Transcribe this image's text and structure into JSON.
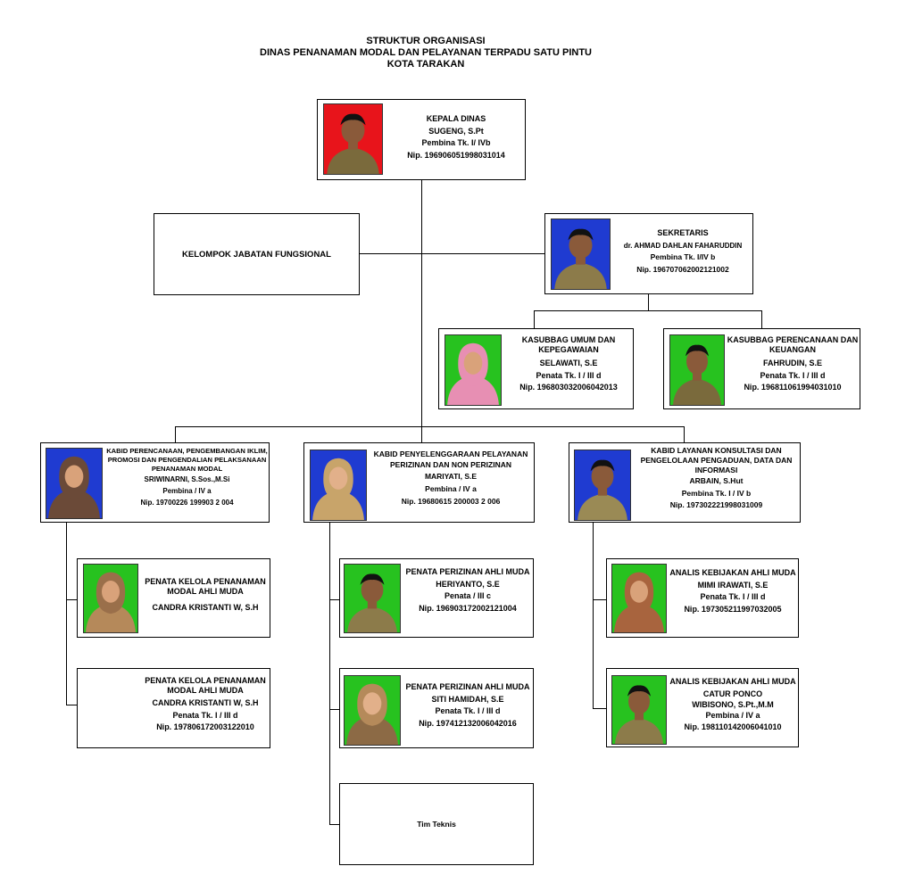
{
  "title": {
    "line1": "STRUKTUR ORGANISASI",
    "line2": "DINAS PENANAMAN MODAL DAN PELAYANAN TERPADU SATU PINTU",
    "line3": "KOTA TARAKAN"
  },
  "colors": {
    "red_bg": "#e8141b",
    "blue_bg": "#1f3bd1",
    "green_bg": "#27c21f",
    "border": "#000000"
  },
  "kepala": {
    "position": "KEPALA DINAS",
    "name": "SUGENG, S.Pt",
    "rank": "Pembina Tk. I/ IVb",
    "nip": "Nip. 196906051998031014",
    "photo": "portrait-man-red-bg"
  },
  "fungsional": {
    "label": "KELOMPOK JABATAN FUNGSIONAL"
  },
  "sekretaris": {
    "position": "SEKRETARIS",
    "name": "dr. AHMAD DAHLAN FAHARUDDIN",
    "rank": "Pembina Tk. I/IV b",
    "nip": "Nip. 196707062002121002",
    "photo": "portrait-man-blue-bg"
  },
  "kasubbag_umum": {
    "position": "KASUBBAG UMUM DAN KEPEGAWAIAN",
    "name": "SELAWATI, S.E",
    "rank": "Penata Tk. I / III d",
    "nip": "Nip. 196803032006042013",
    "photo": "portrait-woman-green-bg"
  },
  "kasubbag_perencanaan": {
    "position": "KASUBBAG PERENCANAAN DAN KEUANGAN",
    "name": "FAHRUDIN, S.E",
    "rank": "Penata Tk. I / III d",
    "nip": "Nip. 196811061994031010",
    "photo": "portrait-man-green-bg"
  },
  "kabid1": {
    "position": "KABID PERENCANAAN, PENGEMBANGAN IKLIM, PROMOSI DAN PENGENDALIAN PELAKSANAAN PENANAMAN MODAL",
    "name": "SRIWINARNI, S.Sos.,M.Si",
    "rank": "Pembina / IV a",
    "nip": "Nip. 19700226 199903 2 004",
    "photo": "portrait-woman-blue-bg"
  },
  "kabid2": {
    "position": "KABID PENYELENGGARAAN PELAYANAN PERIZINAN DAN NON PERIZINAN",
    "name": "MARIYATI, S.E",
    "rank": "Pembina / IV a",
    "nip": "Nip.  19680615 200003 2 006",
    "photo": "portrait-woman-blue-bg"
  },
  "kabid3": {
    "position": "KABID LAYANAN KONSULTASI DAN PENGELOLAAN PENGADUAN, DATA DAN INFORMASI",
    "name": "ARBAIN, S.Hut",
    "rank": "Pembina Tk. I / IV b",
    "nip": "Nip. 197302221998031009",
    "photo": "portrait-man-blue-bg"
  },
  "staff1a": {
    "position": "PENATA KELOLA PENANAMAN MODAL AHLI MUDA",
    "name": "CANDRA KRISTANTI W, S.H",
    "photo": "portrait-woman-green-bg"
  },
  "staff1b": {
    "position": "PENATA KELOLA PENANAMAN MODAL AHLI MUDA",
    "name": "CANDRA KRISTANTI W, S.H",
    "rank": "Penata Tk. I / III d",
    "nip": "Nip. 197806172003122010"
  },
  "staff2a": {
    "position": "PENATA PERIZINAN AHLI MUDA",
    "name": "HERIYANTO, S.E",
    "rank": "Penata  / III c",
    "nip": "Nip. 196903172002121004",
    "photo": "portrait-man-green-bg"
  },
  "staff2b": {
    "position": "PENATA PERIZINAN AHLI MUDA",
    "name": "SITI HAMIDAH, S.E",
    "rank": "Penata Tk. I / III d",
    "nip": "Nip. 197412132006042016",
    "photo": "portrait-woman-green-bg"
  },
  "tim_teknis": {
    "label": "Tim Teknis"
  },
  "staff3a": {
    "position": "ANALIS KEBIJAKAN AHLI MUDA",
    "name": "MIMI IRAWATI, S.E",
    "rank": "Penata Tk. I / III d",
    "nip": "Nip. 197305211997032005",
    "photo": "portrait-woman-green-bg"
  },
  "staff3b": {
    "position": "ANALIS KEBIJAKAN AHLI MUDA",
    "name": "CATUR PONCO WIBISONO, S.Pt.,M.M",
    "rank": "Pembina / IV a",
    "nip": "Nip. 198110142006041010",
    "photo": "portrait-man-green-bg"
  }
}
